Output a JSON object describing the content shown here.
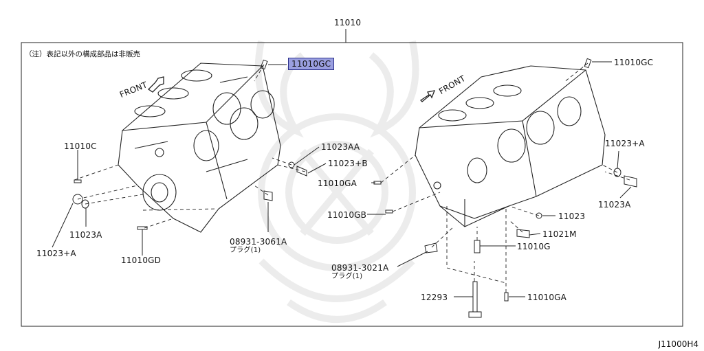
{
  "diagram": {
    "parent_part": "11010",
    "note": "（注）表記以外の構成部品は非販売",
    "diagram_code": "J11000H4",
    "highlight_color": "#9a9fe0",
    "front_labels": [
      "FRONT",
      "FRONT"
    ],
    "callouts": {
      "p11010GC_left": "11010GC",
      "p11010GC_right": "11010GC",
      "p11010C": "11010C",
      "p11023AA": "11023AA",
      "p11023B": "11023+B",
      "p11023A_left": "11023A",
      "p11023A_right": "11023A",
      "p11023PA_left": "11023+A",
      "p11023PA_right": "11023+A",
      "p11010GD": "11010GD",
      "p08931_3061A": "08931-3061A",
      "plug1": "プラグ(1)",
      "p11010GA_mid": "11010GA",
      "p11010GB": "11010GB",
      "p11023": "11023",
      "p11021M": "11021M",
      "p11010G": "11010G",
      "p08931_3021A": "08931-3021A",
      "plug2": "プラグ(1)",
      "p12293": "12293",
      "p11010GA_bottom": "11010GA"
    }
  }
}
